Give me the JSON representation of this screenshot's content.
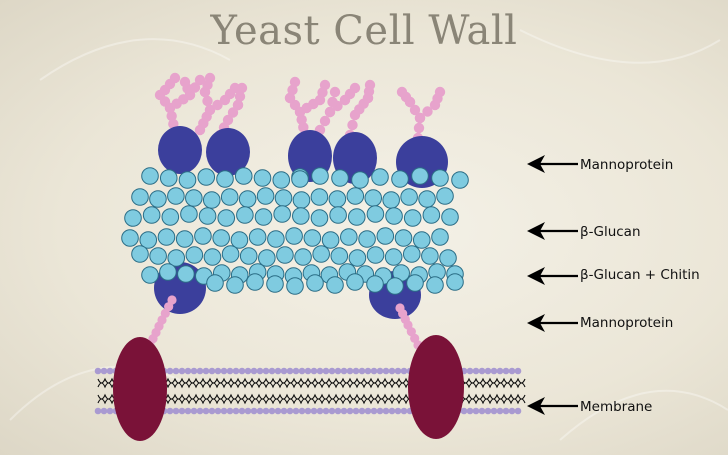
{
  "title": "Yeast Cell Wall",
  "labels": {
    "mannoprotein_top": "Mannoprotein",
    "beta_glucan": "β-Glucan",
    "beta_glucan_chitin": "β-Glucan + Chitin",
    "mannoprotein_bottom": "Mannoprotein",
    "membrane": "Membrane"
  },
  "colors": {
    "mannoprotein": "#3b3f9c",
    "mannose_chain": "#e7a3cc",
    "glucan_bead": "#7fcbe0",
    "membrane_protein": "#7a1238",
    "lipid_head": "#a99ad1",
    "arrow": "#000000"
  }
}
